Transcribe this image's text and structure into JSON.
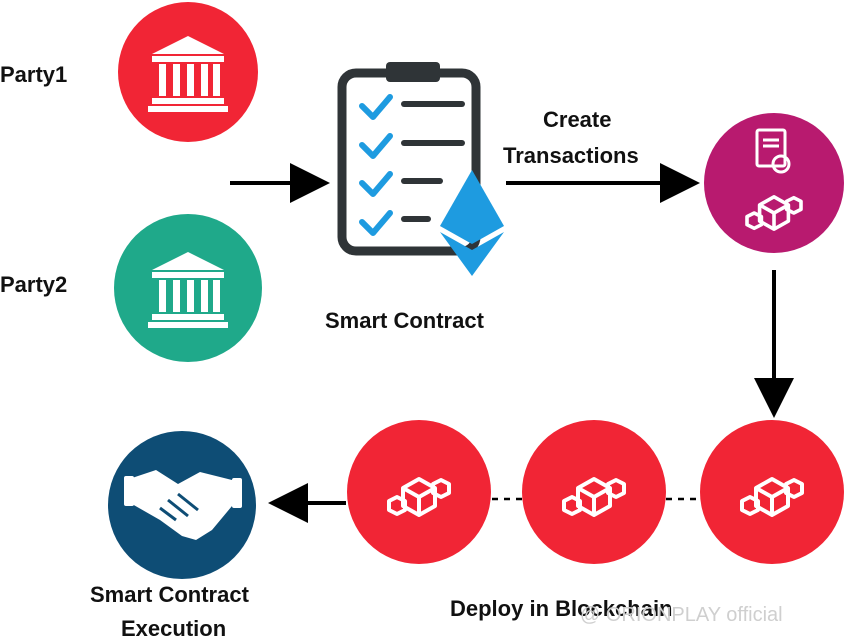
{
  "labels": {
    "party1": "Party1",
    "party2": "Party2",
    "smart_contract": "Smart Contract",
    "create_transactions_line1": "Create",
    "create_transactions_line2": "Transactions",
    "execution_line1": "Smart Contract",
    "execution_line2": "Execution",
    "deploy": "Deploy in Blockchain"
  },
  "watermark": "@ ORIONPLAY official",
  "icons": {
    "party1": "bank-icon",
    "party2": "bank-icon",
    "smart_contract": "clipboard-checklist-ethereum-icon",
    "transactions": "certificate-blockchain-icon",
    "blocks": "blockchain-cubes-icon",
    "execution": "handshake-icon"
  },
  "colors": {
    "red": "#f12535",
    "teal": "#1fa98a",
    "magenta": "#b81a6f",
    "navy": "#0e4d75",
    "ethereum": "#1e9be0",
    "check": "#1e9be0",
    "arrow": "#000000"
  }
}
